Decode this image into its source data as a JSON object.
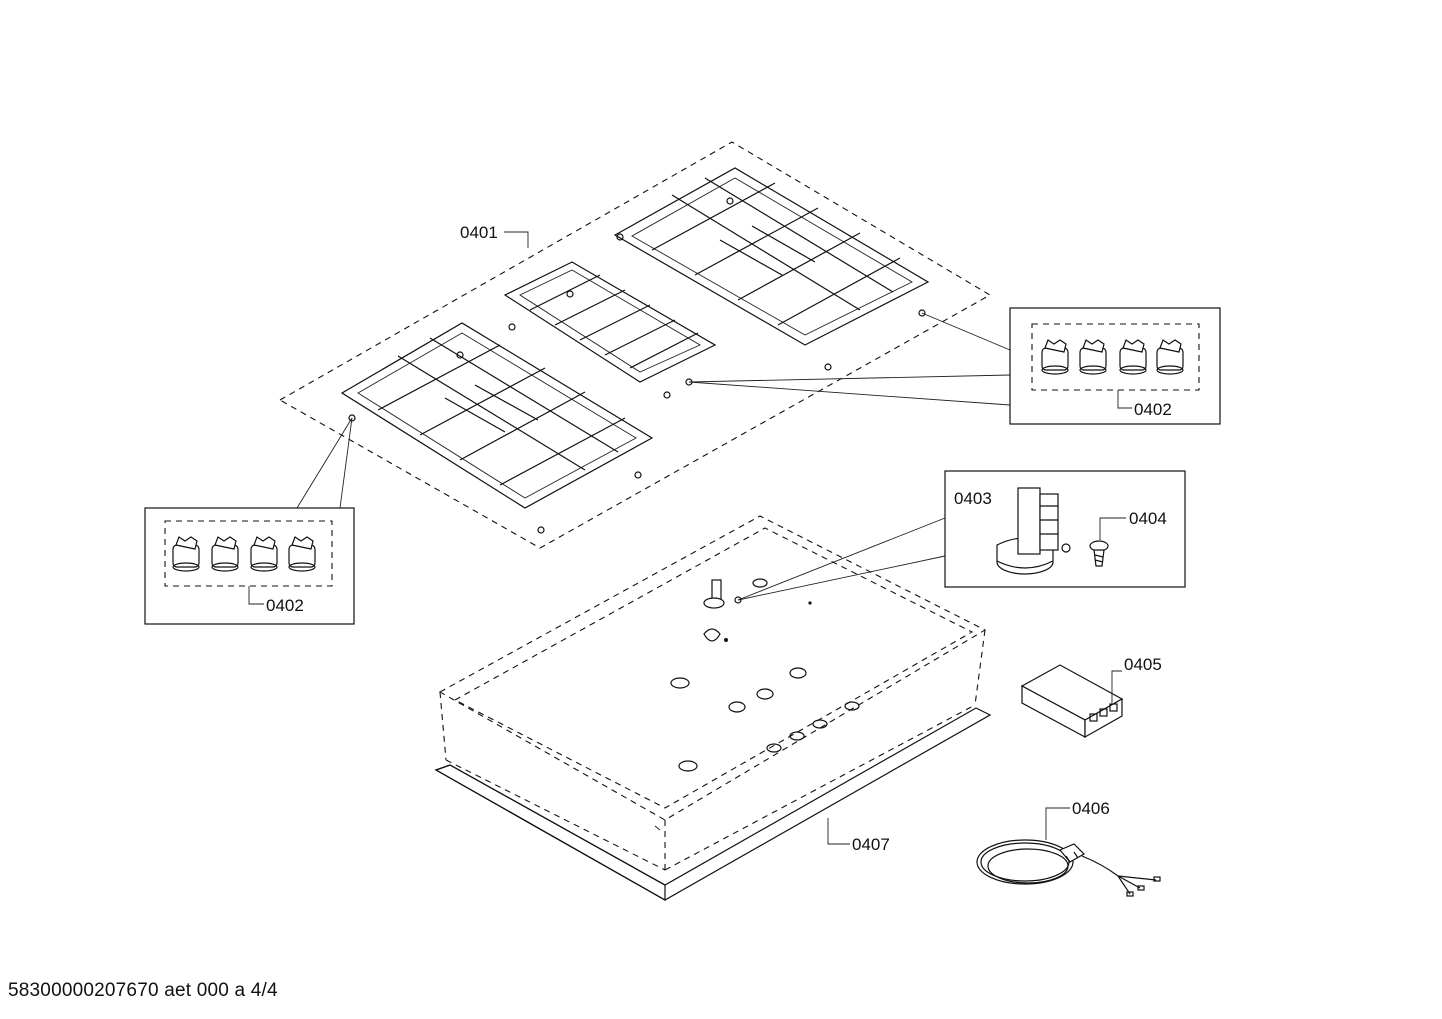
{
  "parts": {
    "grates": "0401",
    "knobs_right": "0402",
    "knobs_left": "0402",
    "ignition_module": "0403",
    "screw": "0404",
    "control_box": "0405",
    "power_cord": "0406",
    "cooktop_tray": "0407"
  },
  "footer": "58300000207670 aet 000 a 4/4"
}
